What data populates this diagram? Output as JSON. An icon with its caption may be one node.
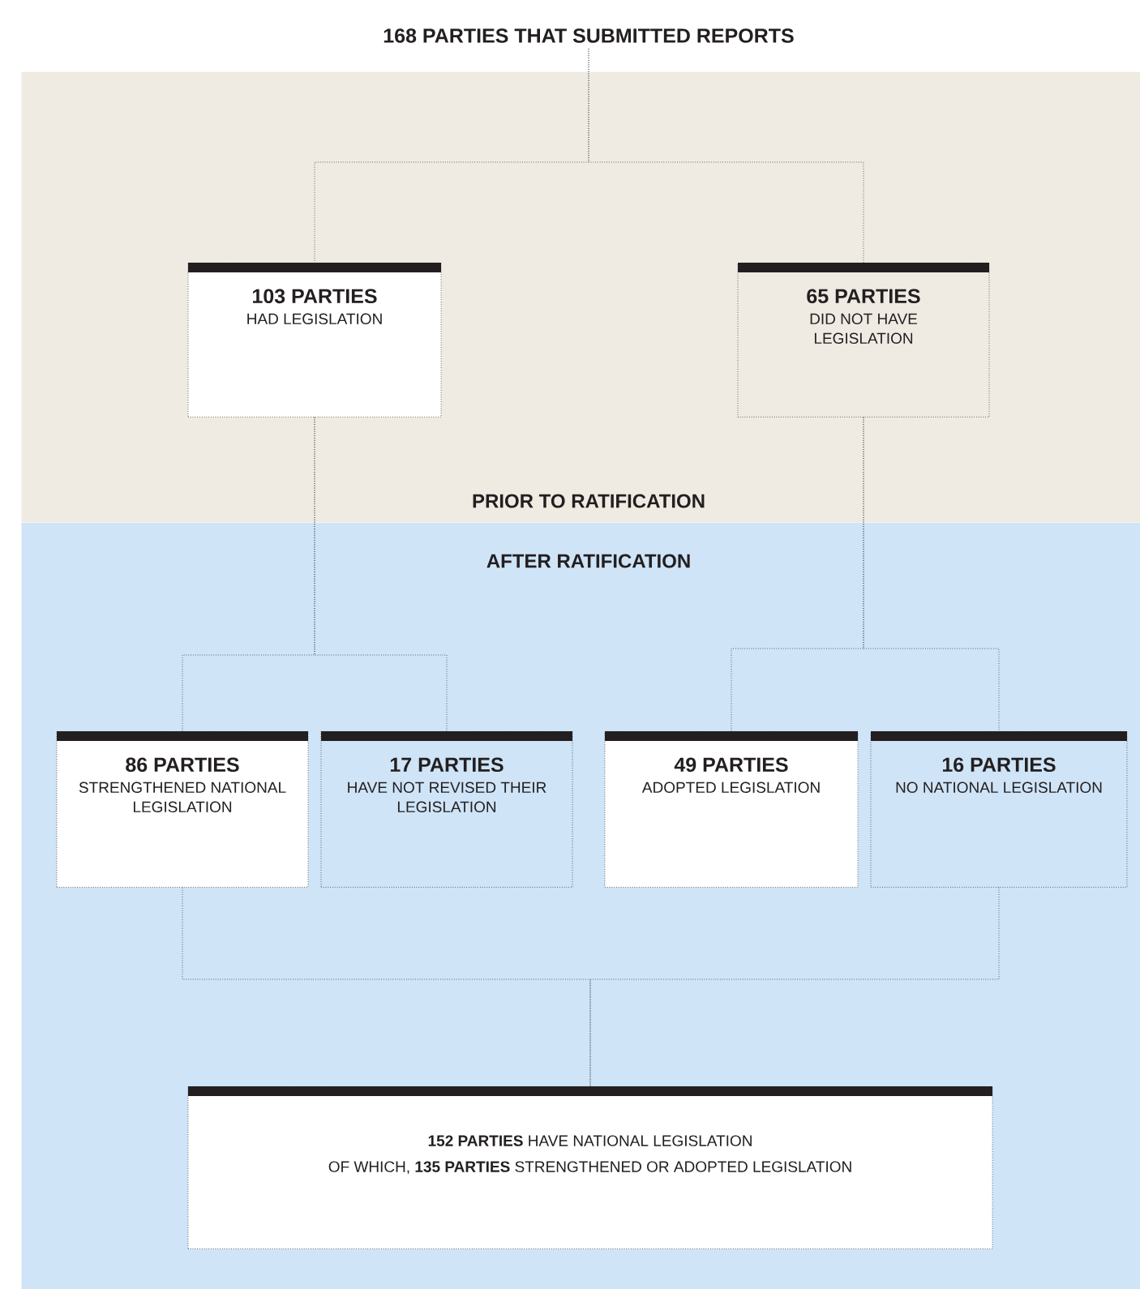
{
  "diagram": {
    "nodes": [
      {
        "text": [
          "168 PARTIES THAT SUBMITTED REPORTS"
        ]
      },
      {
        "text": [
          "PRIOR TO RATIFICATION"
        ]
      },
      {
        "text": [
          "103 PARTIES",
          "HAD LEGISLATION"
        ],
        "in": 1
      },
      {
        "text": [
          "65 PARTIES",
          "DID NOT HAVE LEGISLATION"
        ],
        "in": 1
      },
      {
        "text": [
          "AFTER RATIFICATION"
        ]
      },
      {
        "text": [
          "86 PARTIES",
          "STRENGTHENED NATIONAL LEGISLATION"
        ],
        "in": 4
      },
      {
        "text": [
          "17 PARTIES",
          "HAVE NOT REVISED THEIR LEGISLATION"
        ],
        "in": 4
      },
      {
        "text": [
          "49 PARTIES",
          "ADOPTED LEGISLATION"
        ],
        "in": 4
      },
      {
        "text": [
          "16 PARTIES",
          "NO NATIONAL LEGISLATION"
        ],
        "in": 4
      },
      {
        "text": [
          "**152 PARTIES** HAVE NATIONAL LEGISLATION",
          "OF WHICH, **135 PARTIES** STRENGTHENED OR ADOPTED LEGISLATION"
        ],
        "in": 4
      }
    ],
    "edges": [
      {
        "from": 0,
        "to": 2,
        "arrow": "none"
      },
      {
        "from": 0,
        "to": 3,
        "arrow": "none"
      },
      {
        "from": 2,
        "to": 5,
        "arrow": "none"
      },
      {
        "from": 2,
        "to": 6,
        "arrow": "none"
      },
      {
        "from": 3,
        "to": 7,
        "arrow": "none"
      },
      {
        "from": 3,
        "to": 8,
        "arrow": "none"
      },
      {
        "from": 5,
        "to": 9,
        "arrow": "none"
      },
      {
        "from": 8,
        "to": 9,
        "arrow": "none"
      }
    ]
  }
}
